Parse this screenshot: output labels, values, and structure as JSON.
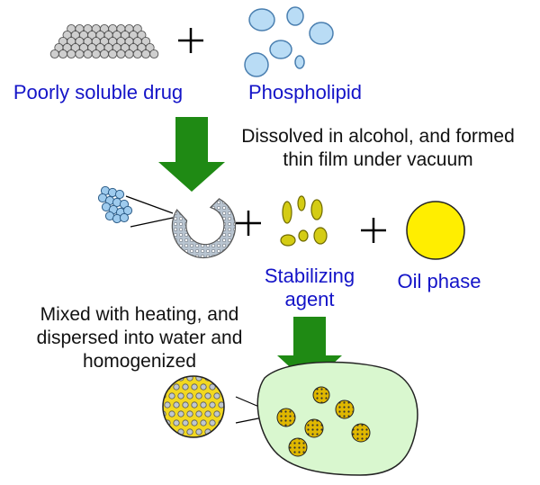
{
  "labels": {
    "drug": "Poorly soluble drug",
    "phospholipid": "Phospholipid",
    "step1_line1": "Dissolved in alcohol, and formed",
    "step1_line2": "thin film under vacuum",
    "stabilizer_line1": "Stabilizing",
    "stabilizer_line2": "agent",
    "oil": "Oil phase",
    "step2_line1": "Mixed with heating, and",
    "step2_line2": "dispersed into water and",
    "step2_line3": "homogenized"
  },
  "colors": {
    "label_text": "#1414c8",
    "arrow_green": "#1f8a14",
    "phospholipid_fill": "#b9dcf5",
    "drug_particle_fill": "#c8c8c8",
    "stabilizer_fill": "#d4cc14",
    "oil_fill": "#ffee00",
    "water_fill": "#d9f7cf",
    "droplet_fill": "#e0b800"
  }
}
